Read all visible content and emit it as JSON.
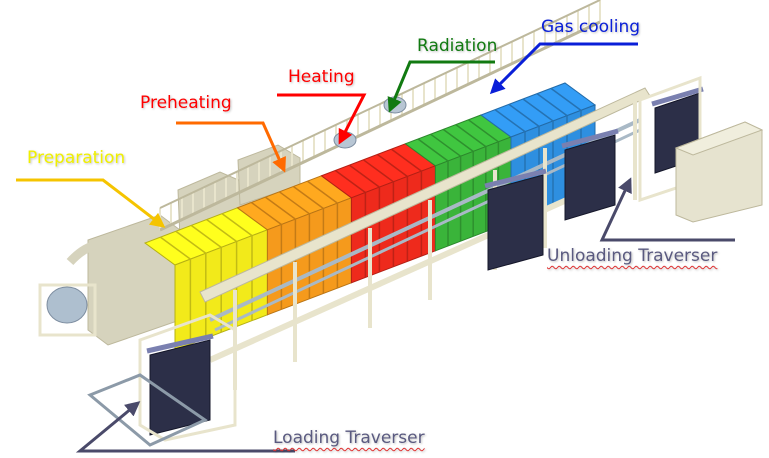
{
  "labels": {
    "preparation": {
      "text": "Preparation",
      "color": "#f0f000",
      "line_color": "#f5c400"
    },
    "preheating": {
      "text": "Preheating",
      "color": "#ff0000",
      "line_color": "#ff6a00"
    },
    "heating": {
      "text": "Heating",
      "color": "#ff0000",
      "line_color": "#ff0000"
    },
    "radiation": {
      "text": "Radiation",
      "color": "#117a11",
      "line_color": "#117a11"
    },
    "gas_cooling": {
      "text": "Gas cooling",
      "color": "#0a1fd8",
      "line_color": "#0a1fd8"
    },
    "unloading": {
      "text": "Unloading Traverser",
      "color": "#5a5a80",
      "line_color": "#4a4a6a"
    },
    "loading": {
      "text": "Loading Traverser",
      "color": "#5a5a80",
      "line_color": "#4a4a6a"
    }
  },
  "zones": [
    {
      "name": "preparation",
      "color": "#f2ea1a"
    },
    {
      "name": "preheating",
      "color": "#f59a1c"
    },
    {
      "name": "heating",
      "color": "#ee2a1c"
    },
    {
      "name": "radiation",
      "color": "#3ab43a"
    },
    {
      "name": "gas-cooling",
      "color": "#2e8fe0"
    }
  ],
  "colors": {
    "frame": "#e8e4cc",
    "frame_dark": "#bdb89c",
    "rack": "#2c2f48",
    "pipe": "#a9b9c6"
  }
}
